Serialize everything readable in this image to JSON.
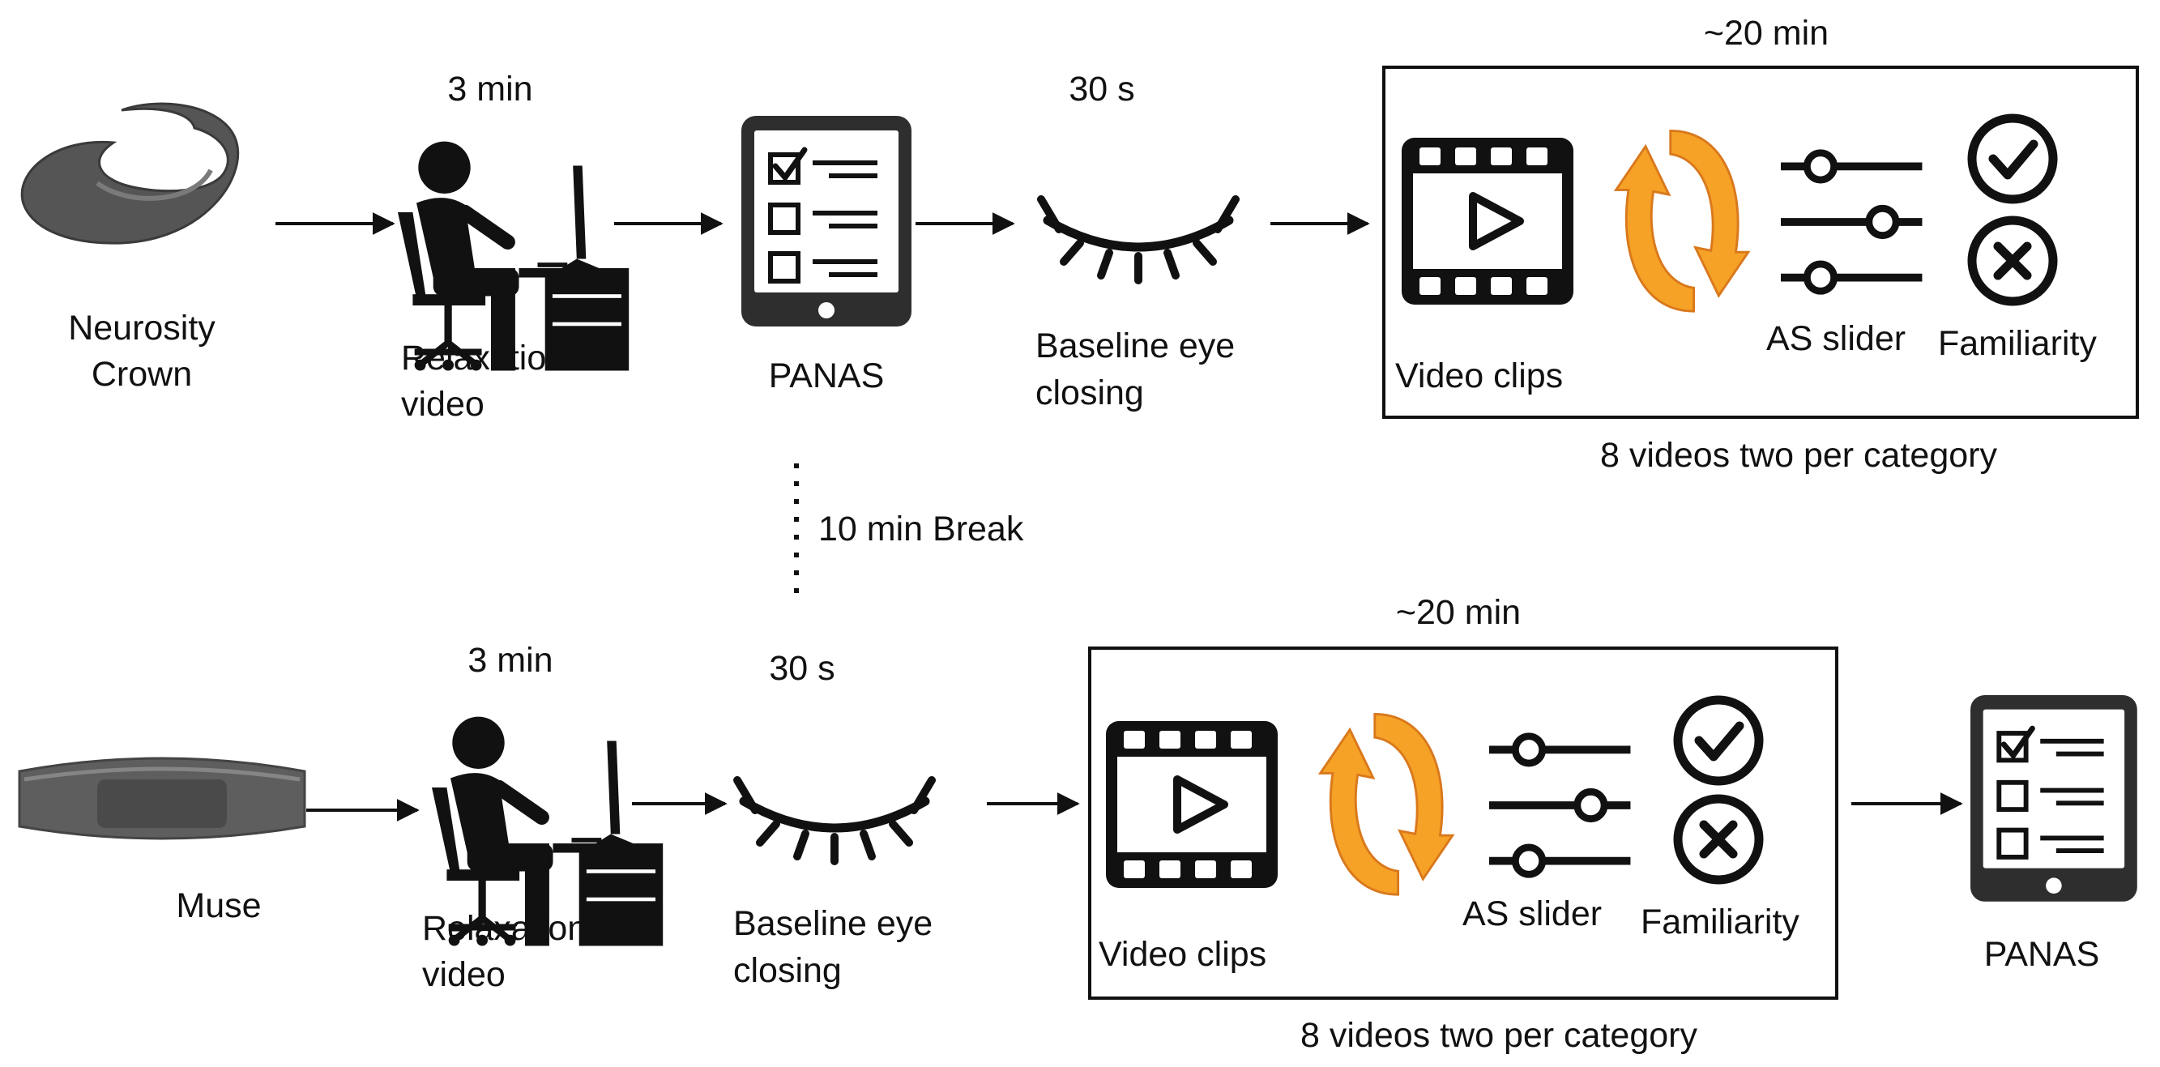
{
  "top_row": {
    "device": {
      "line1": "Neurosity",
      "line2": "Crown"
    },
    "relaxation": {
      "duration": "3 min",
      "line1": "Relaxation",
      "line2": "video"
    },
    "panas": {
      "label": "PANAS"
    },
    "baseline": {
      "duration": "30 s",
      "line1": "Baseline eye",
      "line2": "closing"
    },
    "block": {
      "duration": "~20 min",
      "video_clips": "Video clips",
      "as_slider": "AS slider",
      "familiarity": "Familiarity",
      "caption": "8 videos two per category"
    }
  },
  "break": {
    "label": "10 min Break"
  },
  "bottom_row": {
    "device": {
      "label": "Muse"
    },
    "relaxation": {
      "duration": "3 min",
      "line1": "Relaxation",
      "line2": "video"
    },
    "baseline": {
      "duration": "30 s",
      "line1": "Baseline eye",
      "line2": "closing"
    },
    "block": {
      "duration": "~20 min",
      "video_clips": "Video clips",
      "as_slider": "AS slider",
      "familiarity": "Familiarity",
      "caption": "8 videos two per category"
    },
    "panas": {
      "label": "PANAS"
    }
  },
  "colors": {
    "ink": "#111111",
    "orange": "#f5a227",
    "orange_edge": "#d9781c",
    "device_gray": "#5b5b5b"
  },
  "icons": [
    "neurosity-crown-icon",
    "person-at-desk-icon",
    "tablet-checklist-icon",
    "closed-eye-icon",
    "video-clip-icon",
    "cycle-arrows-icon",
    "slider-icon",
    "check-circle-icon",
    "x-circle-icon",
    "muse-headband-icon"
  ]
}
